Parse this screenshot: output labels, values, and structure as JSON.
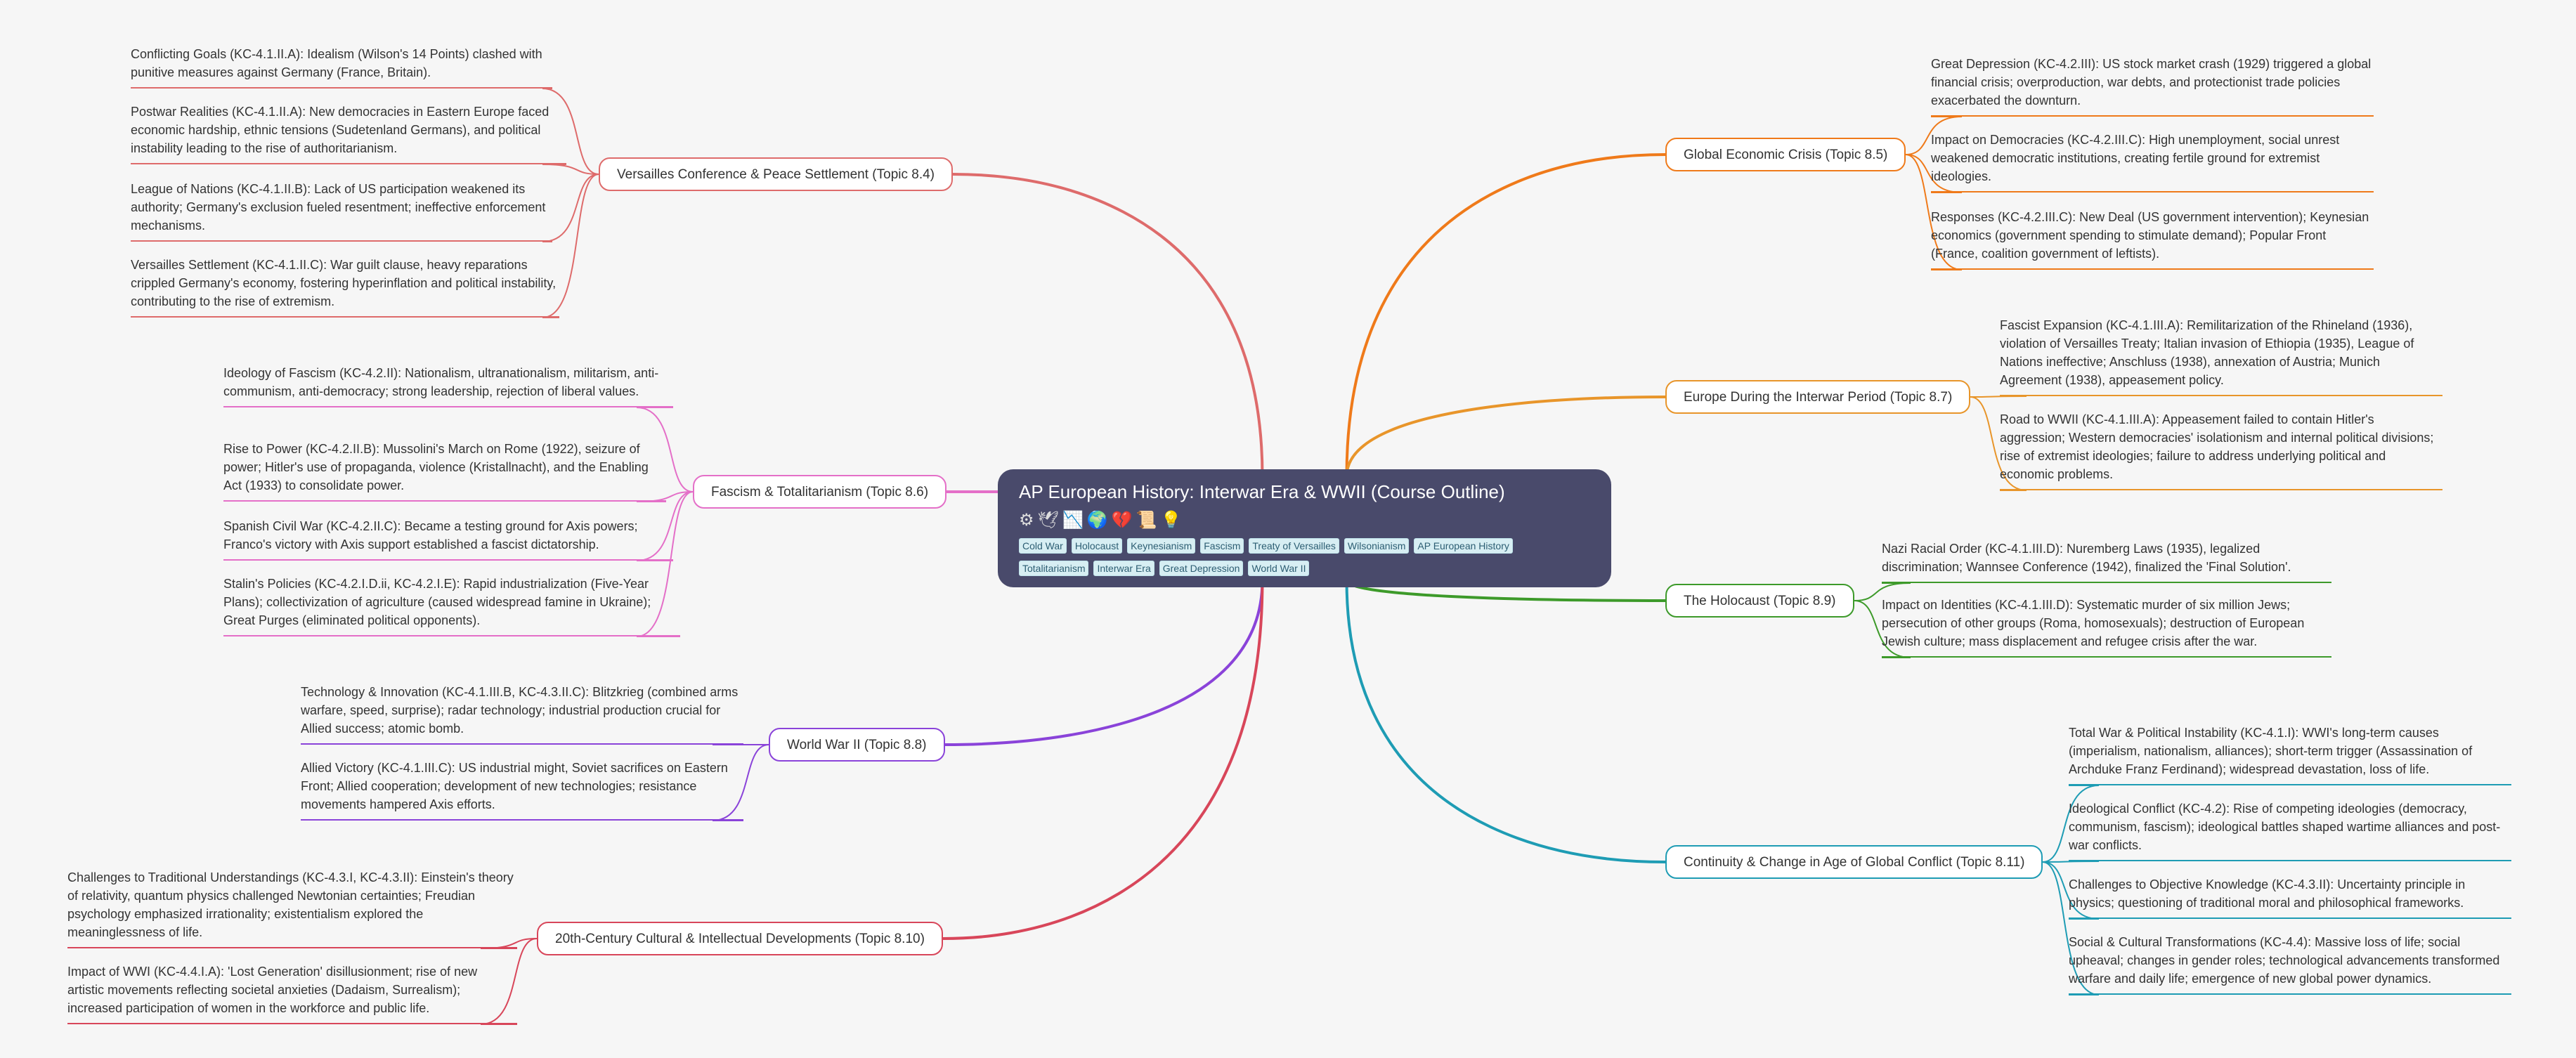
{
  "center": {
    "title": "AP European History: Interwar Era & WWII (Course Outline)",
    "icons": [
      {
        "name": "gear-icon",
        "glyph": "⚙"
      },
      {
        "name": "dove-icon",
        "glyph": "🕊"
      },
      {
        "name": "chart-down-icon",
        "glyph": "📉"
      },
      {
        "name": "globe-icon",
        "glyph": "🌍"
      },
      {
        "name": "broken-heart-icon",
        "glyph": "💔"
      },
      {
        "name": "scroll-icon",
        "glyph": "📜"
      },
      {
        "name": "lightbulb-icon",
        "glyph": "💡"
      }
    ],
    "tags_row1": [
      "Cold War",
      "Holocaust",
      "Keynesianism",
      "Fascism",
      "Treaty of Versailles",
      "Wilsonianism",
      "AP European History"
    ],
    "tags_row2": [
      "Totalitarianism",
      "Interwar Era",
      "Great Depression",
      "World War II"
    ]
  },
  "branches": {
    "versailles": {
      "label": "Versailles Conference & Peace Settlement (Topic 8.4)",
      "color": "#de6b6b",
      "leaves": [
        "Conflicting Goals (KC-4.1.II.A): Idealism (Wilson's 14 Points) clashed with punitive measures against Germany (France, Britain).",
        "Postwar Realities (KC-4.1.II.A): New democracies in Eastern Europe faced economic hardship, ethnic tensions (Sudetenland Germans), and political instability leading to the rise of authoritarianism.",
        "League of Nations (KC-4.1.II.B): Lack of US participation weakened its authority; Germany's exclusion fueled resentment; ineffective enforcement mechanisms.",
        "Versailles Settlement (KC-4.1.II.C): War guilt clause, heavy reparations crippled Germany's economy, fostering hyperinflation and political instability, contributing to the rise of extremism."
      ]
    },
    "fascism": {
      "label": "Fascism & Totalitarianism (Topic 8.6)",
      "color": "#e46fc8",
      "leaves": [
        "Ideology of Fascism (KC-4.2.II): Nationalism, ultranationalism, militarism, anti-communism, anti-democracy; strong leadership, rejection of liberal values.",
        "Rise to Power (KC-4.2.II.B): Mussolini's March on Rome (1922), seizure of power; Hitler's use of propaganda, violence (Kristallnacht), and the Enabling Act (1933) to consolidate power.",
        "Spanish Civil War (KC-4.2.II.C): Became a testing ground for Axis powers; Franco's victory with Axis support established a fascist dictatorship.",
        "Stalin's Policies (KC-4.2.I.D.ii, KC-4.2.I.E): Rapid industrialization (Five-Year Plans); collectivization of agriculture (caused widespread famine in Ukraine); Great Purges (eliminated political opponents)."
      ]
    },
    "ww2": {
      "label": "World War II (Topic 8.8)",
      "color": "#8a43d9",
      "leaves": [
        "Technology & Innovation (KC-4.1.III.B, KC-4.3.II.C): Blitzkrieg (combined arms warfare, speed, surprise); radar technology; industrial production crucial for Allied success; atomic bomb.",
        "Allied Victory (KC-4.1.III.C): US industrial might, Soviet sacrifices on Eastern Front; Allied cooperation; development of new technologies; resistance movements hampered Axis efforts."
      ]
    },
    "cultural": {
      "label": "20th-Century Cultural & Intellectual Developments (Topic 8.10)",
      "color": "#d8465a",
      "leaves": [
        "Challenges to Traditional Understandings (KC-4.3.I, KC-4.3.II): Einstein's theory of relativity, quantum physics challenged Newtonian certainties; Freudian psychology emphasized irrationality; existentialism explored the meaninglessness of life.",
        "Impact of WWI (KC-4.4.I.A): 'Lost Generation' disillusionment; rise of new artistic movements reflecting societal anxieties (Dadaism, Surrealism); increased participation of women in the workforce and public life."
      ]
    },
    "economic": {
      "label": "Global Economic Crisis (Topic 8.5)",
      "color": "#ef7a1a",
      "leaves": [
        "Great Depression (KC-4.2.III): US stock market crash (1929) triggered a global financial crisis; overproduction, war debts, and protectionist trade policies exacerbated the downturn.",
        "Impact on Democracies (KC-4.2.III.C): High unemployment, social unrest weakened democratic institutions, creating fertile ground for extremist ideologies.",
        "Responses (KC-4.2.III.C): New Deal (US government intervention); Keynesian economics (government spending to stimulate demand); Popular Front (France, coalition government of leftists)."
      ]
    },
    "interwar": {
      "label": "Europe During the Interwar Period (Topic 8.7)",
      "color": "#e8952a",
      "leaves": [
        "Fascist Expansion (KC-4.1.III.A): Remilitarization of the Rhineland (1936), violation of Versailles Treaty; Italian invasion of Ethiopia (1935), League of Nations ineffective; Anschluss (1938), annexation of Austria; Munich Agreement (1938), appeasement policy.",
        "Road to WWII (KC-4.1.III.A): Appeasement failed to contain Hitler's aggression; Western democracies' isolationism and internal political divisions; rise of extremist ideologies; failure to address underlying political and economic problems."
      ]
    },
    "holocaust": {
      "label": "The Holocaust (Topic 8.9)",
      "color": "#3d9a2a",
      "leaves": [
        "Nazi Racial Order (KC-4.1.III.D): Nuremberg Laws (1935), legalized discrimination; Wannsee Conference (1942), finalized the 'Final Solution'.",
        "Impact on Identities (KC-4.1.III.D): Systematic murder of six million Jews; persecution of other groups (Roma, homosexuals); destruction of European Jewish culture; mass displacement and refugee crisis after the war."
      ]
    },
    "continuity": {
      "label": "Continuity & Change in Age of Global Conflict (Topic 8.11)",
      "color": "#1e9cb4",
      "leaves": [
        "Total War & Political Instability (KC-4.1.I): WWI's long-term causes (imperialism, nationalism, alliances); short-term trigger (Assassination of Archduke Franz Ferdinand); widespread devastation, loss of life.",
        "Ideological Conflict (KC-4.2): Rise of competing ideologies (democracy, communism, fascism); ideological battles shaped wartime alliances and post-war conflicts.",
        "Challenges to Objective Knowledge (KC-4.3.II): Uncertainty principle in physics; questioning of traditional moral and philosophical frameworks.",
        "Social & Cultural Transformations (KC-4.4): Massive loss of life; social upheaval; changes in gender roles; technological advancements transformed warfare and daily life; emergence of new global power dynamics."
      ]
    }
  }
}
